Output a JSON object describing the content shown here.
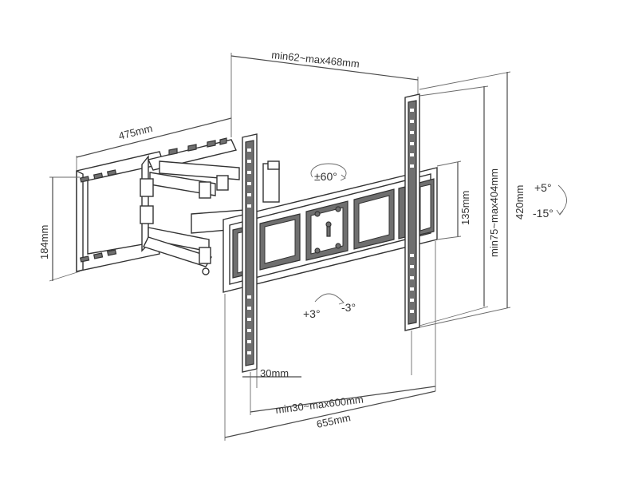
{
  "diagram": {
    "dimensions": {
      "arm_length": "475mm",
      "wall_plate_height": "184mm",
      "vesa_horizontal": "min62~max468mm",
      "vesa_vertical": "min75~max404mm",
      "tv_bracket_height": "420mm",
      "mid_bracket_height": "135mm",
      "bottom_offset": "30mm",
      "arm_distance": "min30~max600mm",
      "total_depth": "655mm"
    },
    "rotation": {
      "swivel": "±60°",
      "tilt_up": "+5°",
      "tilt_down": "-15°",
      "level_plus": "+3°",
      "level_minus": "-3°"
    },
    "colors": {
      "line": "#4a4a4a",
      "metal_dark": "#6f6f6f",
      "background": "#ffffff"
    }
  }
}
